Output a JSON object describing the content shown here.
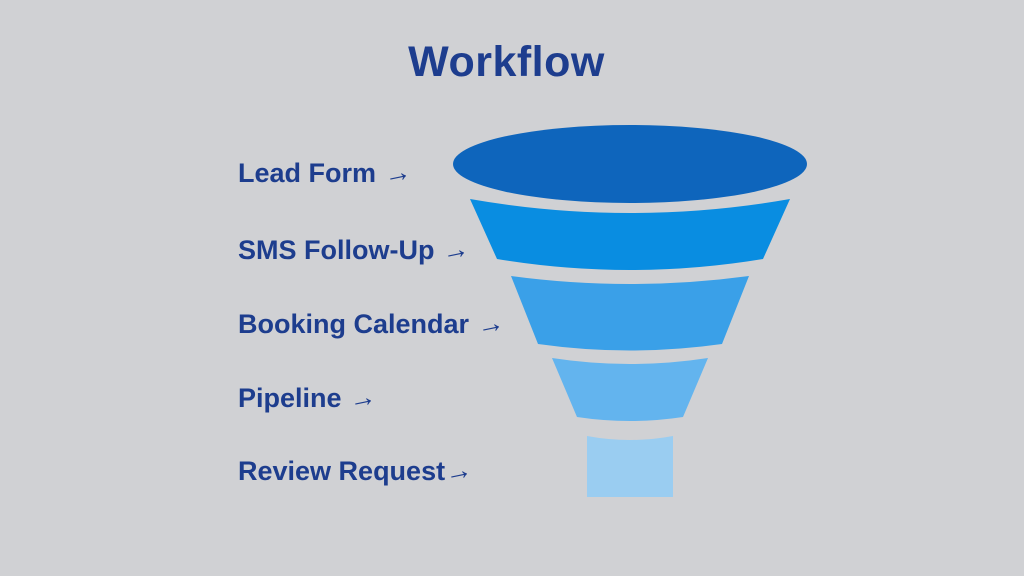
{
  "title": "Workflow",
  "colors": {
    "background": "#d0d1d4",
    "text": "#1d3d8e"
  },
  "funnel": {
    "stages": [
      {
        "label": "Lead Form ",
        "arrow": "→",
        "color": "#0e65bc"
      },
      {
        "label": "SMS Follow-Up ",
        "arrow": "→",
        "color": "#098de1"
      },
      {
        "label": "Booking Calendar ",
        "arrow": "→",
        "color": "#3aa0e8"
      },
      {
        "label": "Pipeline ",
        "arrow": "→",
        "color": "#63b4ee"
      },
      {
        "label": "Review Request",
        "arrow": "→",
        "color": "#9acdf1"
      }
    ]
  }
}
